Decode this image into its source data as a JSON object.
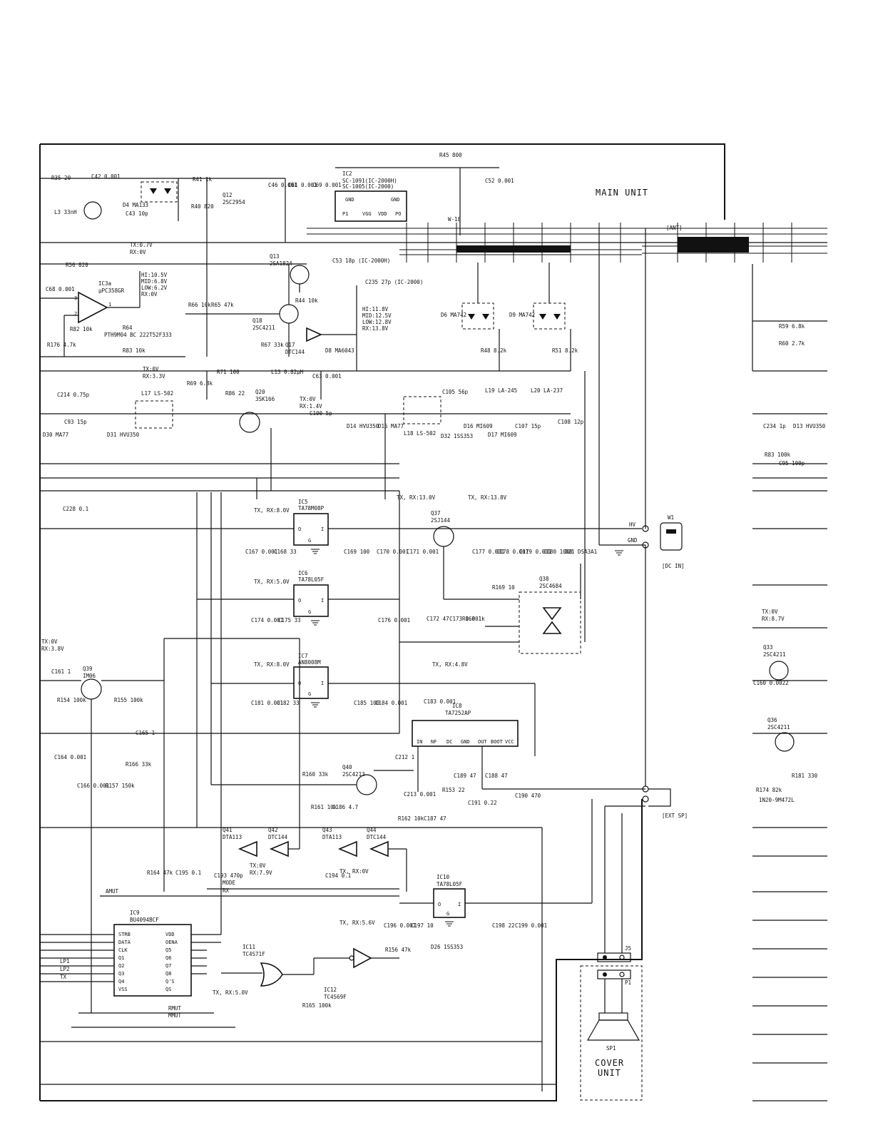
{
  "frame": {
    "main_unit_label": "MAIN UNIT",
    "cover_unit_line1": "COVER",
    "cover_unit_line2": "UNIT"
  },
  "ics": {
    "ic2": {
      "ref": "IC2",
      "part1": "SC-1091(IC-2000H)",
      "part2": "SC-1005(IC-2000)",
      "pins": [
        "GND",
        "GND",
        "P1",
        "VGG",
        "VDD",
        "PO"
      ]
    },
    "ic3a": {
      "ref": "IC3a",
      "part": "μPC358GR"
    },
    "ic5": {
      "ref": "IC5",
      "part": "TA78M08P",
      "supply": "TX, RX:8.0V"
    },
    "ic6": {
      "ref": "IC6",
      "part": "TA78L05F",
      "supply": "TX, RX:5.0V"
    },
    "ic7": {
      "ref": "IC7",
      "part": "AN8008M",
      "supply": "TX, RX:8.0V"
    },
    "ic8": {
      "ref": "IC8",
      "part": "TA7252AP",
      "pins": [
        "IN",
        "NF",
        "DC",
        "GND",
        "OUT",
        "BOOT",
        "VCC"
      ]
    },
    "ic9": {
      "ref": "IC9",
      "part": "BU4094BCF",
      "left_pins": [
        "STRB",
        "DATA",
        "CLK",
        "Q1",
        "Q2",
        "Q3",
        "Q4",
        "VSS"
      ],
      "right_pins": [
        "VDD",
        "OENA",
        "Q5",
        "Q6",
        "Q7",
        "Q8",
        "Q'S",
        "QS"
      ]
    },
    "ic10": {
      "ref": "IC10",
      "part": "TA78L05F"
    },
    "ic11": {
      "ref": "IC11",
      "part": "TC4S71F"
    },
    "ic12": {
      "ref": "IC12",
      "part": "TC4S69F"
    }
  },
  "transistors": [
    {
      "ref": "Q12",
      "part": "2SC2954"
    },
    {
      "ref": "Q13",
      "part": "2SA1824"
    },
    {
      "ref": "Q17",
      "part": "DTC144"
    },
    {
      "ref": "Q18",
      "part": "2SC4211"
    },
    {
      "ref": "Q20",
      "part": "3SK166"
    },
    {
      "ref": "Q37",
      "part": "2SJ144"
    },
    {
      "ref": "Q38",
      "part": "2SC4684"
    },
    {
      "ref": "Q39",
      "part": "IM06"
    },
    {
      "ref": "Q40",
      "part": "2SC4213"
    },
    {
      "ref": "Q41",
      "part": "DTA113"
    },
    {
      "ref": "Q42",
      "part": "DTC144"
    },
    {
      "ref": "Q43",
      "part": "DTA113"
    },
    {
      "ref": "Q44",
      "part": "DTC144"
    },
    {
      "ref": "Q33",
      "part": "2SC4211"
    },
    {
      "ref": "Q36",
      "part": "2SC4211"
    }
  ],
  "components": {
    "r35": "R35 20",
    "c42": "C42 0.001",
    "l3": "L3 33nH",
    "r45": "R45 800",
    "d4": "D4 MA133",
    "c43": "C43 10p",
    "r41": "R41 1k",
    "r40": "R40 820",
    "c46": "C46 0.001",
    "c61": "C61 0.001",
    "c69": "C69 0.001",
    "c52": "C52 0.001",
    "w18": "W-18",
    "r56": "R56 820",
    "c68": "C68 0.001",
    "r82": "R82 10k",
    "r64": "R64",
    "ptc": "PTH9M04 BC 222T52F333",
    "r83": "R83 10k",
    "r176": "R176 4.7k",
    "r66": "R66 10k",
    "r65": "R65 47k",
    "r67": "R67 33k",
    "r44": "R44 10k",
    "c235": "C235 27p (IC-2000)",
    "c53": "C53 18p (IC-2000H)",
    "d6": "D6 MA742",
    "d9": "D9 MA742",
    "d8": "D8 MA6043",
    "r48": "R48 8.2k",
    "r51": "R51 8.2k",
    "r71": "R71 100",
    "l13": "L13 0.82μH",
    "c63": "C63 0.001",
    "l17": "L17 LS-502",
    "r69": "R69 6.8k",
    "r86": "R86 22",
    "c214": "C214 0.75p",
    "c93": "C93 15p",
    "d30": "D30 MA77",
    "d31": "D31 HVU350",
    "c100": "C100 5p",
    "d14": "D14 HVU350",
    "d15": "D15 MA77",
    "c105": "C105 56p",
    "l18": "L18 LS-502",
    "d32": "D32 1SS353",
    "l19": "L19 LA-245",
    "l20": "L20 LA-237",
    "d16": "D16 MI609",
    "d17": "D17 MI609",
    "c107": "C107 15p",
    "c108": "C108 12p",
    "c228": "C228 0.1",
    "c167": "C167 0.001",
    "c168": "C168 33",
    "c169": "C169 100",
    "c170": "C170 0.001",
    "c171": "C171 0.001",
    "c177": "C177 0.001",
    "c178": "C178 0.001",
    "c179": "C179 0.001",
    "c180": "C180 1000",
    "d21": "D21 DSA3A1",
    "r169": "R169 10",
    "r168": "R168 1k",
    "c172": "C172 47",
    "c173": "C173 0.001",
    "c174": "C174 0.001",
    "c175": "C175 33",
    "c176": "C176 0.001",
    "c161": "C161 1",
    "r154": "R154 100k",
    "r155": "R155 100k",
    "c165": "C165 1",
    "c164": "C164 0.001",
    "r166": "R166 33k",
    "c166": "C166 0.001",
    "r157": "R157 150k",
    "c181": "C181 0.001",
    "c182": "C182 33",
    "c185": "C185 100",
    "c184": "C184 0.001",
    "c183": "C183 0.001",
    "r160": "R160 33k",
    "r161": "R161 10k",
    "c186": "C186 4.7",
    "r162": "R162 10k",
    "c212": "C212 1",
    "c213": "C213 0.001",
    "c187": "C187 47",
    "r153": "R153 22",
    "c188": "C188 47",
    "c189": "C189 47",
    "c191": "C191 0.22",
    "c190": "C190 470",
    "r164": "R164 47k",
    "c195": "C195 0.1",
    "c193": "C193 470p",
    "c194": "C194 0.1",
    "c196": "C196 0.001",
    "c197": "C197 10",
    "d26": "D26 1SS353",
    "r156": "R156 47k",
    "c198": "C198 22",
    "c199": "C199 0.001",
    "r165": "R165 100k",
    "r59": "R59 6.8k",
    "r60": "R60 2.7k",
    "c234": "C234 1p",
    "d13": "D13 HVU350",
    "r83b": "R83 100k",
    "c95": "C95 100p",
    "c160": "C160 0.0022",
    "r174": "R174 82k",
    "r181": "R181 330",
    "thermistor": "1N20-9M472L"
  },
  "annotations": {
    "ic3_volts": [
      "HI:10.5V",
      "MID:6.8V",
      "LOW:6.2V",
      "RX:0V"
    ],
    "q13_volts": [
      "HI:11.8V",
      "MID:12.5V",
      "LOW:12.8V",
      "RX:13.8V"
    ],
    "l17_volts": [
      "TX:0V",
      "RX:3.3V"
    ],
    "q20_volts": [
      "TX:0V",
      "RX:1.4V"
    ],
    "txrx_13": "TX, RX:13.0V",
    "txrx_138": "TX, RX:13.8V",
    "txrx_48": "TX, RX:4.8V",
    "q37_volts": [
      "TX:0V",
      "RX:3.8V"
    ],
    "q41_volts": [
      "TX:0V",
      "RX:7.9V"
    ],
    "q43_volts": "TX, RX:0V",
    "ic10_volts": "TX, RX:5.6V",
    "ic11_volts": "TX, RX:5.0V",
    "q33_volts": [
      "TX:0V",
      "RX:8.7V"
    ],
    "tx_top_volts": [
      "TX:0.7V",
      "RX:0V"
    ]
  },
  "signals": {
    "hv": "HV",
    "gnd": "GND",
    "dc_in": "[DC IN]",
    "w1": "W1",
    "ext_sp": "[EXT SP]",
    "ant": "[ANT]",
    "j5": "J5",
    "p1": "P1",
    "sp1": "SP1",
    "amut": "AMUT",
    "mode": "MODE",
    "rx": "RX",
    "rmut": "RMUT",
    "mmut": "MMUT",
    "lp1": "LP1",
    "lp2": "LP2",
    "tx": "TX"
  }
}
